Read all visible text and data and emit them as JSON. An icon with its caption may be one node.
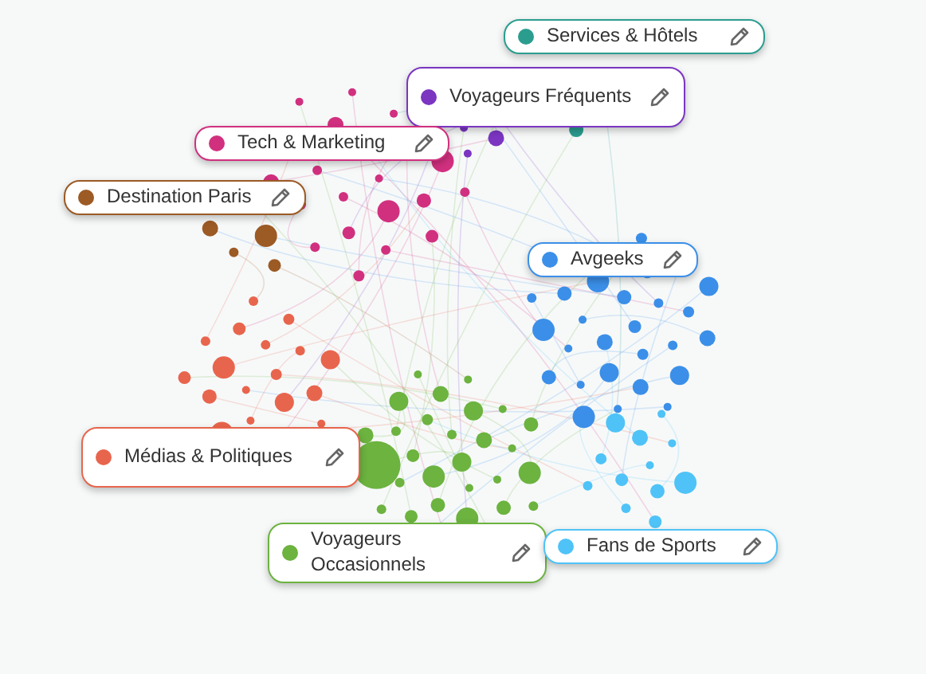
{
  "diagram": {
    "legend": [
      {
        "text": "Voyageurs Fréquents",
        "color": "#7b35c1"
      },
      {
        "text": "Services & Hôtels",
        "color": "#2a9d8f"
      },
      {
        "text": "Tech & Marketing",
        "color": "#d1307f"
      },
      {
        "text": "Destination Paris",
        "color": "#9c5a24"
      },
      {
        "text": "Avgeeks",
        "color": "#3b8fe8"
      },
      {
        "text": "Médias & Politiques",
        "color": "#e8654d"
      },
      {
        "text": "Voyageurs Occasionnels",
        "color": "#6cb33f"
      },
      {
        "text": "Fans de Sports",
        "color": "#4fc3f7"
      }
    ]
  }
}
